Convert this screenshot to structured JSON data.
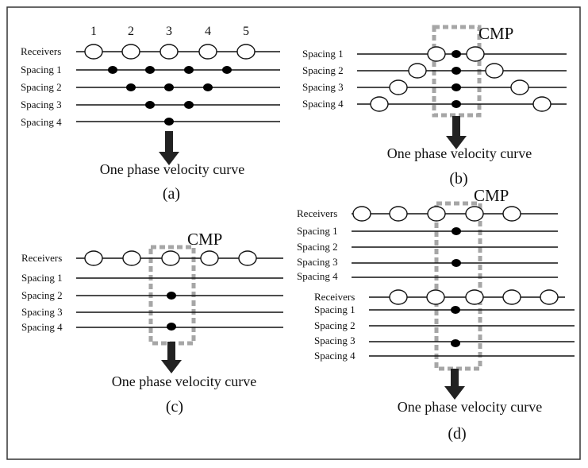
{
  "receivers_label": "Receivers",
  "spacing_labels": [
    "Spacing 1",
    "Spacing 2",
    "Spacing 3",
    "Spacing 4"
  ],
  "receiver_numbers": [
    "1",
    "2",
    "3",
    "4",
    "5"
  ],
  "cmp_label": "CMP",
  "curve_caption": "One phase velocity curve",
  "panels": [
    "(a)",
    "(b)",
    "(c)",
    "(d)"
  ],
  "colors": {
    "line": "#111111",
    "cmp_box": "#a6a6a6",
    "arrow": "#222222",
    "border": "#333333"
  }
}
